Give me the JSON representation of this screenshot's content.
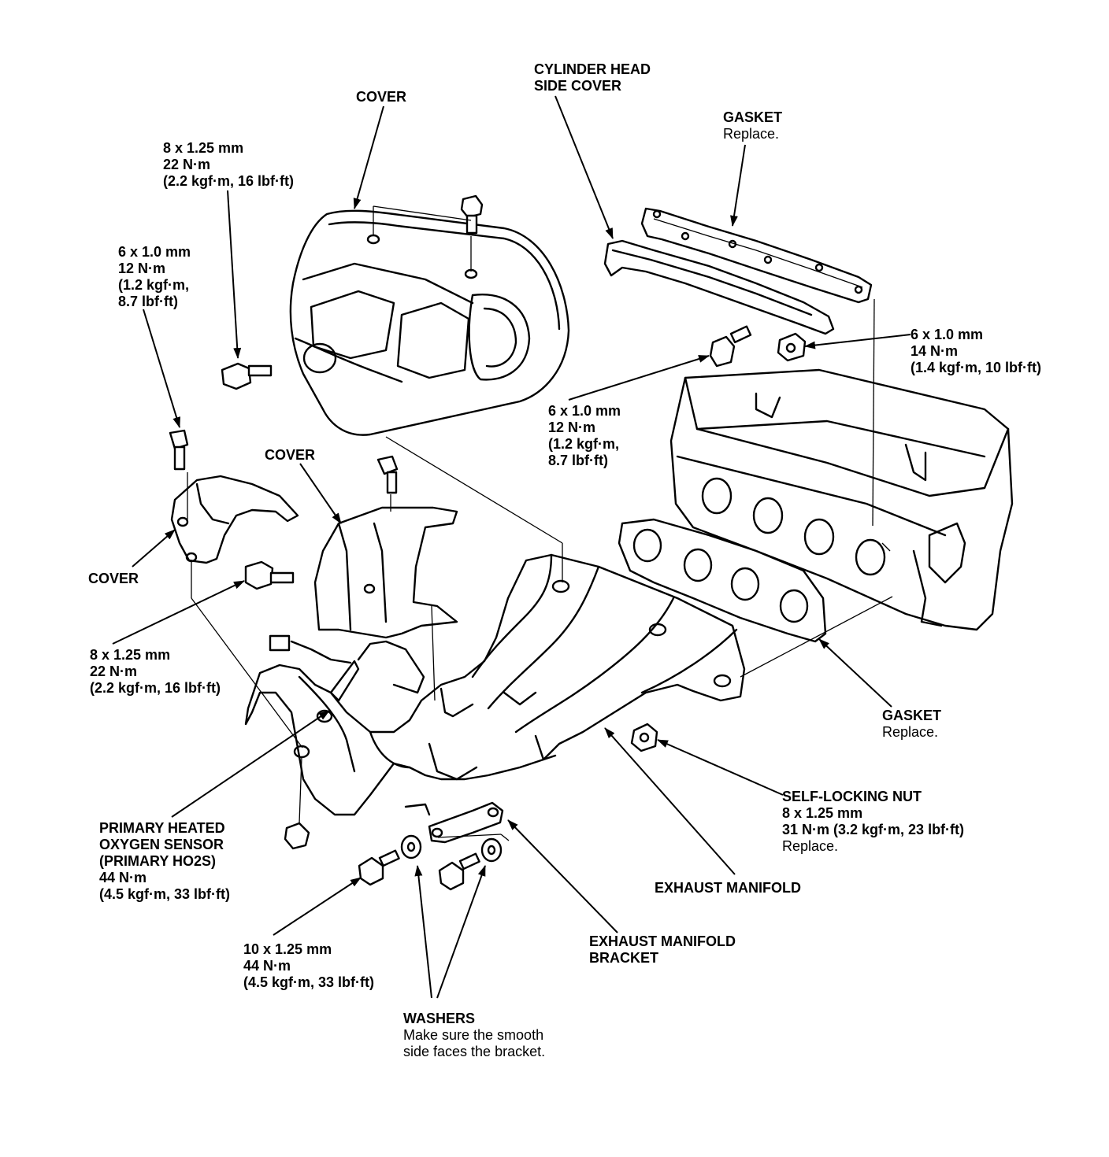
{
  "labels": {
    "cover_top": [
      "COVER"
    ],
    "bolt_8x125_cover": [
      "8 x 1.25 mm",
      "22 N·m",
      "(2.2 kgf·m, 16 lbf·ft)"
    ],
    "bolt_6x10_left": [
      "6 x 1.0 mm",
      "12 N·m",
      "(1.2 kgf·m,",
      "8.7 lbf·ft)"
    ],
    "cylinder_head_side_cover": [
      "CYLINDER HEAD",
      "SIDE COVER"
    ],
    "gasket_top": {
      "title": "GASKET",
      "note": "Replace."
    },
    "nut_6x10_right": [
      "6 x 1.0 mm",
      "14 N·m",
      "(1.4 kgf·m, 10 lbf·ft)"
    ],
    "bolt_6x10_mid": [
      "6 x 1.0 mm",
      "12 N·m",
      "(1.2 kgf·m,",
      "8.7 lbf·ft)"
    ],
    "cover_mid": [
      "COVER"
    ],
    "cover_left": [
      "COVER"
    ],
    "bolt_8x125_left": [
      "8 x 1.25 mm",
      "22 N·m",
      "(2.2 kgf·m, 16 lbf·ft)"
    ],
    "gasket_right": {
      "title": "GASKET",
      "note": "Replace."
    },
    "self_locking_nut": {
      "lines": [
        "SELF-LOCKING NUT",
        "8 x 1.25 mm",
        "31 N·m (3.2 kgf·m, 23 lbf·ft)"
      ],
      "note": "Replace."
    },
    "primary_ho2s": [
      "PRIMARY HEATED",
      "OXYGEN SENSOR",
      "(PRIMARY HO2S)",
      "44 N·m",
      "(4.5 kgf·m, 33 lbf·ft)"
    ],
    "exhaust_manifold": [
      "EXHAUST MANIFOLD"
    ],
    "bolt_10x125": [
      "10 x 1.25 mm",
      "44 N·m",
      "(4.5 kgf·m, 33 lbf·ft)"
    ],
    "exhaust_manifold_bracket": [
      "EXHAUST MANIFOLD",
      "BRACKET"
    ],
    "washers": {
      "title": "WASHERS",
      "note": [
        "Make sure the smooth",
        "side faces the bracket."
      ]
    }
  }
}
